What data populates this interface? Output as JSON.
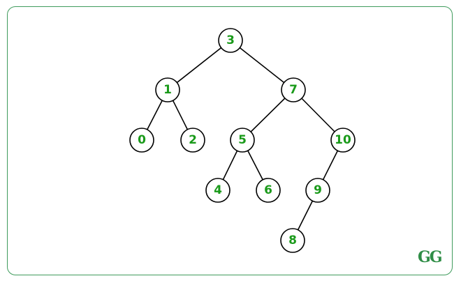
{
  "diagram": {
    "type": "binary-search-tree",
    "nodes": [
      {
        "id": "n3",
        "label": "3"
      },
      {
        "id": "n1",
        "label": "1"
      },
      {
        "id": "n7",
        "label": "7"
      },
      {
        "id": "n0",
        "label": "0"
      },
      {
        "id": "n2",
        "label": "2"
      },
      {
        "id": "n5",
        "label": "5"
      },
      {
        "id": "n10",
        "label": "10"
      },
      {
        "id": "n4",
        "label": "4"
      },
      {
        "id": "n6",
        "label": "6"
      },
      {
        "id": "n9",
        "label": "9"
      },
      {
        "id": "n8",
        "label": "8"
      }
    ],
    "edges": [
      {
        "from": "n3",
        "to": "n1"
      },
      {
        "from": "n3",
        "to": "n7"
      },
      {
        "from": "n1",
        "to": "n0"
      },
      {
        "from": "n1",
        "to": "n2"
      },
      {
        "from": "n7",
        "to": "n5"
      },
      {
        "from": "n7",
        "to": "n10"
      },
      {
        "from": "n5",
        "to": "n4"
      },
      {
        "from": "n5",
        "to": "n6"
      },
      {
        "from": "n10",
        "to": "n9"
      },
      {
        "from": "n9",
        "to": "n8"
      }
    ]
  },
  "logo": {
    "text": "GG",
    "icon": "geeksforgeeks-logo"
  },
  "colors": {
    "node_text": "#1a9a1a",
    "node_stroke": "#000000",
    "frame_border": "#3f9b5c",
    "logo": "#2f8d46"
  }
}
